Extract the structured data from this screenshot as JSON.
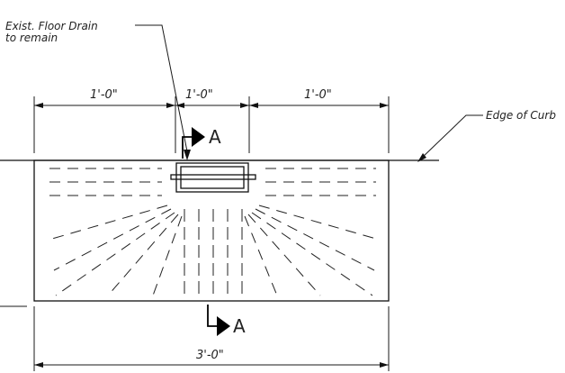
{
  "labels": {
    "drain_line1": "Exist. Floor Drain",
    "drain_line2": "to remain",
    "curb": "Edge of Curb"
  },
  "dimensions": {
    "left": "1'-0\"",
    "center": "1'-0\"",
    "right": "1'-0\"",
    "overall": "3'-0\""
  },
  "section": {
    "top_letter": "A",
    "bottom_letter": "A"
  }
}
